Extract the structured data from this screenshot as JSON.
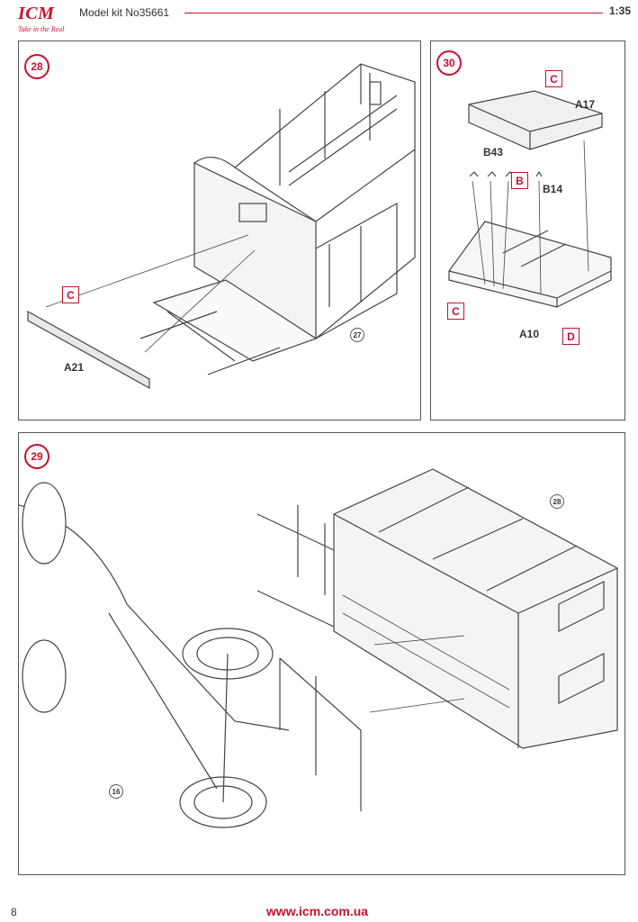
{
  "header": {
    "logo_text": "ICM",
    "logo_tagline": "Take in the Real",
    "model": "Model kit No35661",
    "scale": "1:35"
  },
  "steps": {
    "s28": {
      "number": "28",
      "tag_c": "C",
      "part_a21": "A21",
      "ref": "27"
    },
    "s30": {
      "number": "30",
      "tag_top_c": "C",
      "part_a17": "A17",
      "part_b43": "B43",
      "tag_b": "B",
      "part_b14": "B14",
      "tag_c": "C",
      "part_a10": "A10",
      "tag_d": "D"
    },
    "s29": {
      "number": "29",
      "ref_28": "28",
      "ref_16": "16"
    }
  },
  "footer": {
    "page": "8",
    "url": "www.icm.com.ua"
  },
  "colors": {
    "accent": "#c8102e",
    "line": "#555555"
  }
}
